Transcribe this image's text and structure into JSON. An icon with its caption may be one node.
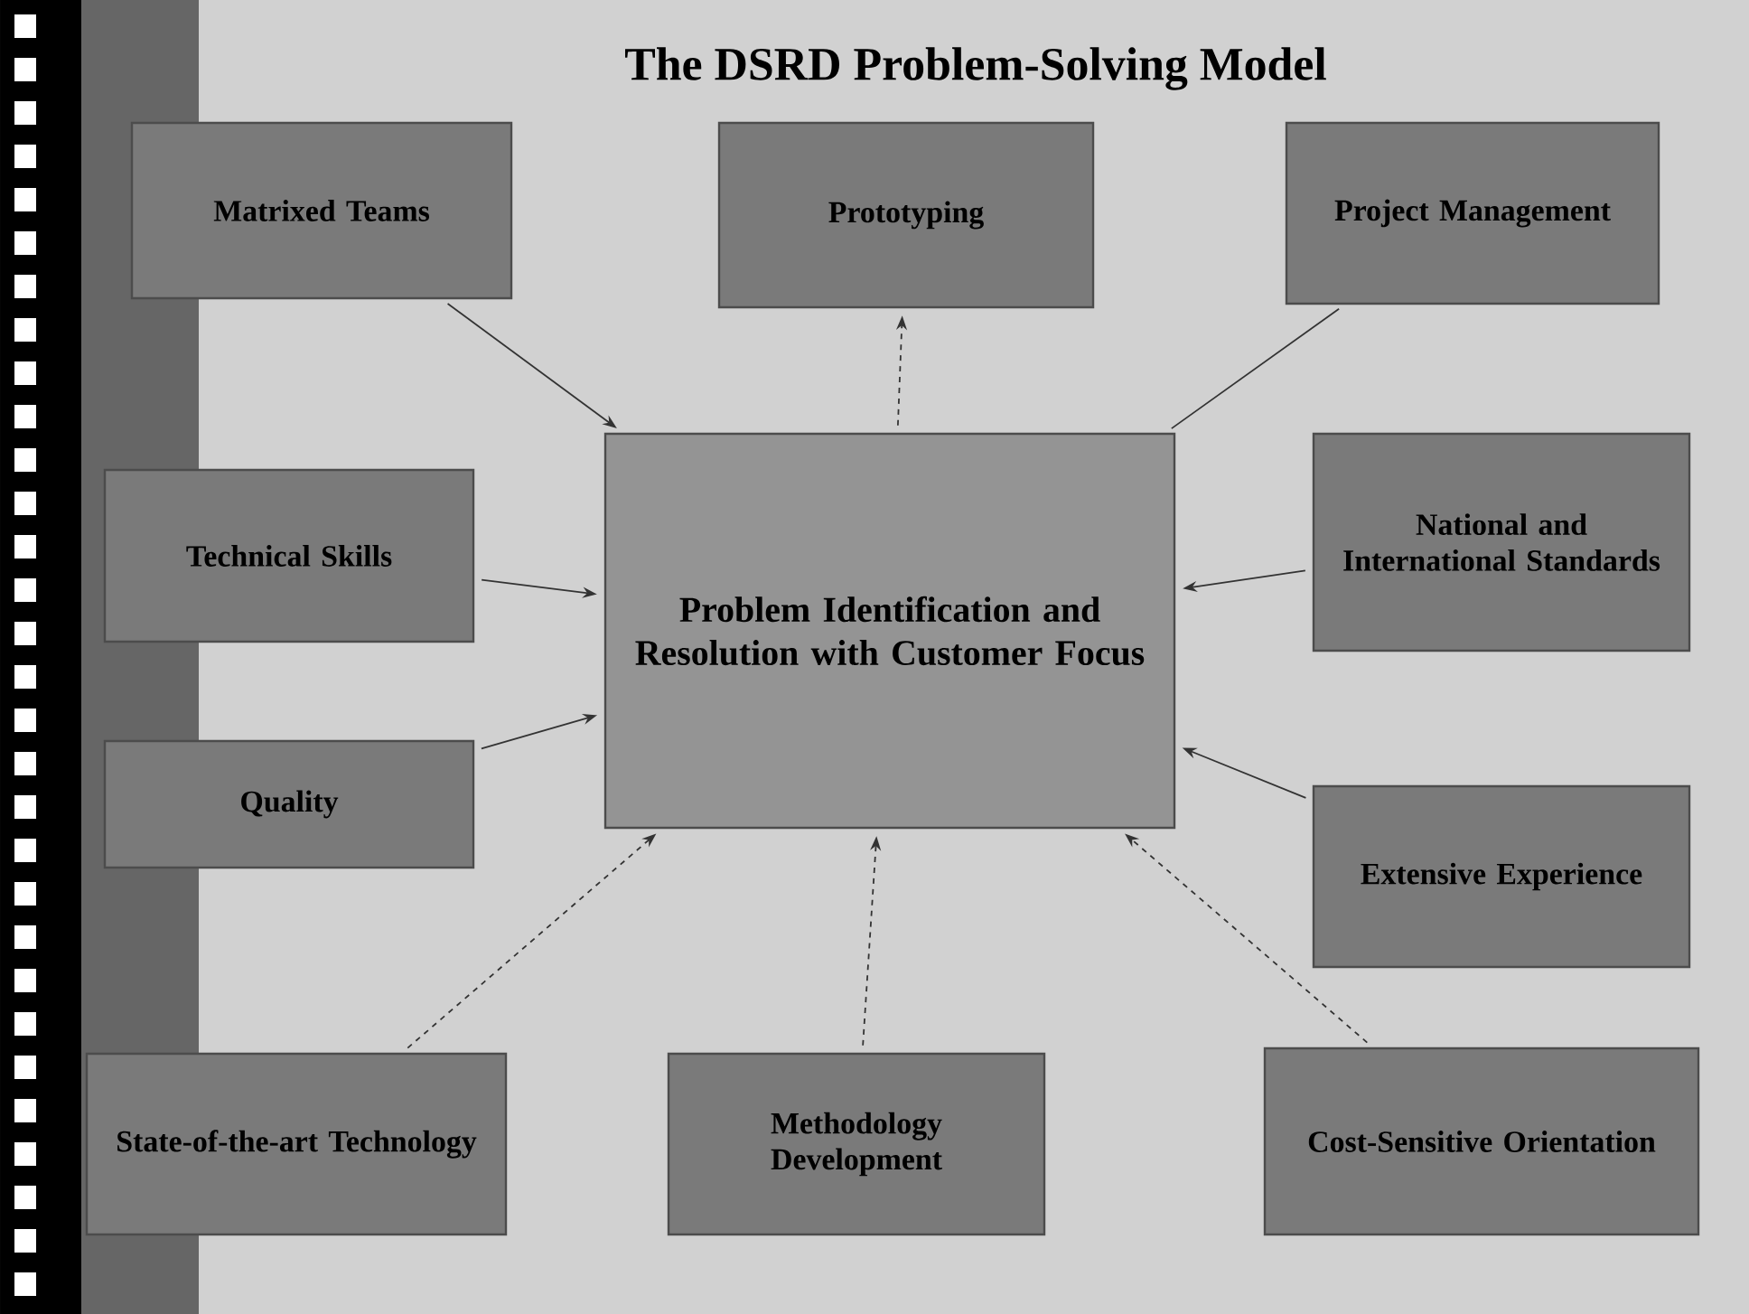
{
  "diagram": {
    "title": "The DSRD Problem-Solving Model",
    "nodes": [
      {
        "text": [
          "Matrixed Teams"
        ]
      },
      {
        "text": [
          "Prototyping"
        ]
      },
      {
        "text": [
          "Project Management"
        ]
      },
      {
        "text": [
          "Technical Skills"
        ]
      },
      {
        "text": [
          "Problem Identification and Resolution with Customer Focus"
        ]
      },
      {
        "text": [
          "National and International Standards"
        ]
      },
      {
        "text": [
          "Quality"
        ]
      },
      {
        "text": [
          "Extensive Experience"
        ]
      },
      {
        "text": [
          "State-of-the-art Technology"
        ]
      },
      {
        "text": [
          "Methodology Development"
        ]
      },
      {
        "text": [
          "Cost-Sensitive Orientation"
        ]
      }
    ],
    "edges": [
      {
        "from": 0,
        "to": 4,
        "arrow": "to"
      },
      {
        "from": 4,
        "to": 1,
        "arrow": "to",
        "style": "dashed"
      },
      {
        "from": 2,
        "to": 4,
        "arrow": "none"
      },
      {
        "from": 3,
        "to": 4,
        "arrow": "to"
      },
      {
        "from": 5,
        "to": 4,
        "arrow": "to"
      },
      {
        "from": 6,
        "to": 4,
        "arrow": "to"
      },
      {
        "from": 7,
        "to": 4,
        "arrow": "to"
      },
      {
        "from": 8,
        "to": 4,
        "arrow": "to",
        "style": "dashed"
      },
      {
        "from": 9,
        "to": 4,
        "arrow": "to",
        "style": "dashed"
      },
      {
        "from": 10,
        "to": 4,
        "arrow": "to",
        "style": "dashed"
      }
    ]
  }
}
